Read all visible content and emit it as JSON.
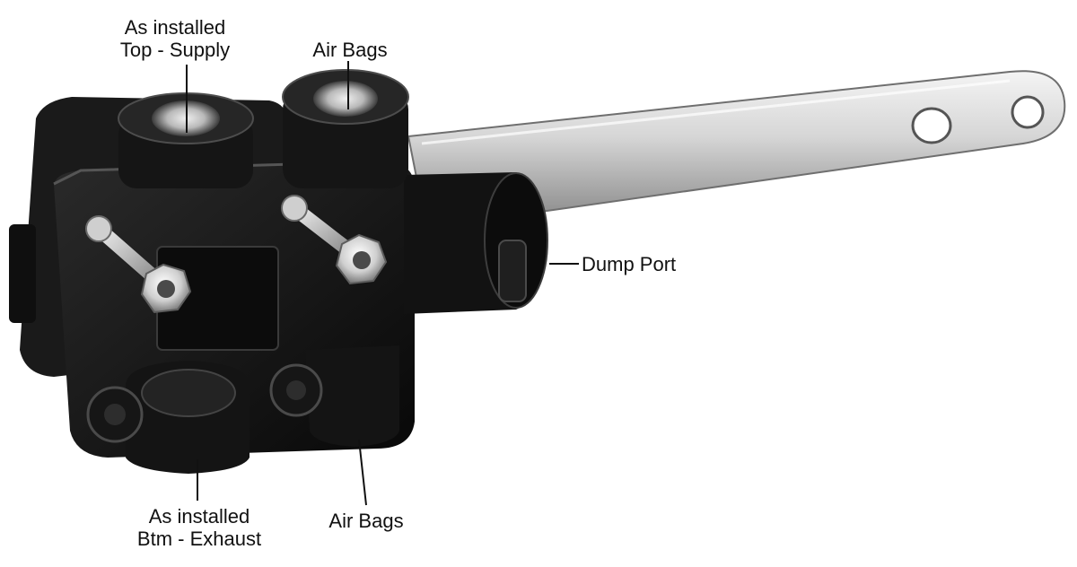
{
  "diagram": {
    "subject": "leveling-valve",
    "callouts": {
      "top_supply": {
        "line1": "As installed",
        "line2": "Top - Supply"
      },
      "air_bags_top": {
        "text": "Air Bags"
      },
      "dump_port": {
        "text": "Dump Port"
      },
      "btm_exhaust": {
        "line1": "As installed",
        "line2": "Btm - Exhaust"
      },
      "air_bags_bottom": {
        "text": "Air Bags"
      }
    },
    "colors": {
      "valve_body": "#151515",
      "arm": "#d9d9d9",
      "label_text": "#111111",
      "background": "#ffffff"
    }
  }
}
